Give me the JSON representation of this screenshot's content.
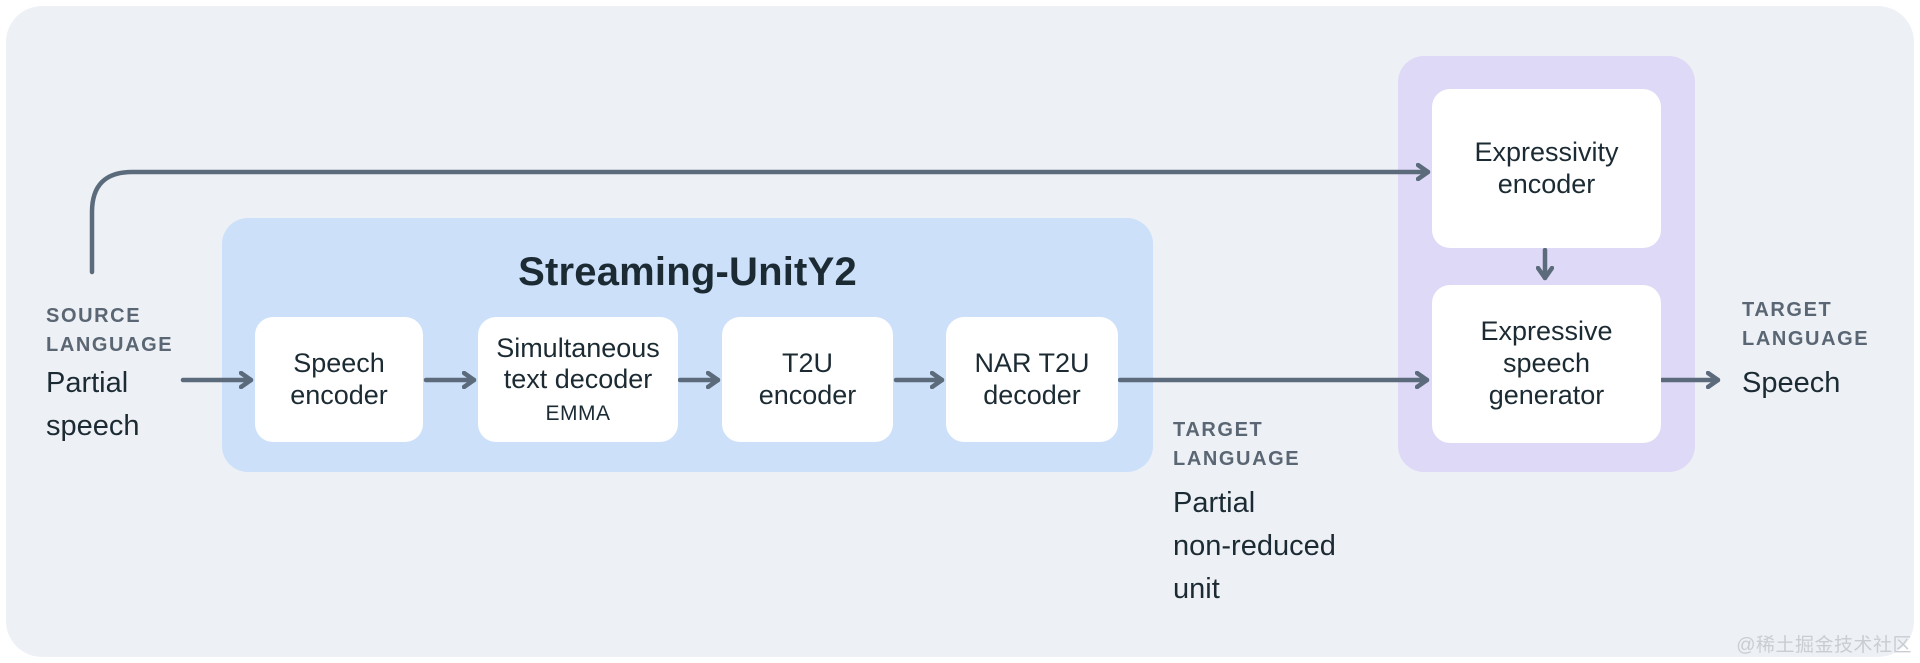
{
  "colors": {
    "page_bg": "#ffffff",
    "panel_bg": "#edf1f5",
    "blue_group_bg": "#cce0f9",
    "purple_group_bg": "#ded9f7",
    "node_bg": "#ffffff",
    "arrow": "#5b6b7c",
    "text_dark": "#1c2b33",
    "text_muted": "#5a6673",
    "watermark": "#c9cdd2"
  },
  "groups": {
    "streaming_unity2": {
      "title": "Streaming-UnitY2"
    }
  },
  "nodes": {
    "speech_encoder": {
      "label": "Speech\nencoder"
    },
    "simultaneous_text_decoder": {
      "label": "Simultaneous\ntext decoder",
      "sublabel": "EMMA"
    },
    "t2u_encoder": {
      "label": "T2U\nencoder"
    },
    "nar_t2u_decoder": {
      "label": "NAR T2U\ndecoder"
    },
    "expressivity_encoder": {
      "label": "Expressivity\nencoder"
    },
    "expressive_speech_generator": {
      "label": "Expressive\nspeech\ngenerator"
    }
  },
  "labels": {
    "source_language": {
      "kicker": "SOURCE\nLANGUAGE",
      "value": "Partial\nspeech"
    },
    "target_unit": {
      "kicker": "TARGET\nLANGUAGE",
      "value": "Partial\nnon-reduced\nunit"
    },
    "target_speech": {
      "kicker": "TARGET\nLANGUAGE",
      "value": "Speech"
    }
  },
  "watermark": "@稀土掘金技术社区"
}
